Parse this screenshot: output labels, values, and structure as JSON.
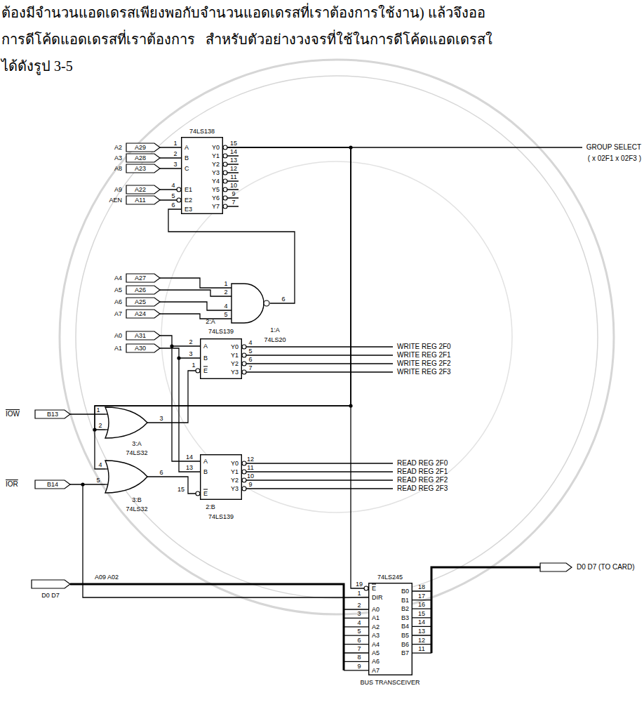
{
  "diagram": {
    "nodes": [
      {
        "text": [
          "74LS138",
          "A",
          "B",
          "C",
          "E1",
          "E2",
          "E3",
          "Y0",
          "Y1",
          "Y2",
          "Y3",
          "Y4",
          "Y5",
          "Y6",
          "Y7"
        ]
      },
      {
        "text": [
          "1:A",
          "74LS20"
        ]
      },
      {
        "text": [
          "2:A",
          "74LS139",
          "A",
          "B",
          "E",
          "Y0",
          "Y1",
          "Y2",
          "Y3"
        ]
      },
      {
        "text": [
          "3:A",
          "74LS32"
        ]
      },
      {
        "text": [
          "3:B",
          "74LS32"
        ]
      },
      {
        "text": [
          "A",
          "B",
          "E",
          "Y0",
          "Y1",
          "Y2",
          "Y3",
          "2:B",
          "74LS139"
        ]
      },
      {
        "text": [
          "74LS245",
          "E",
          "DIR",
          "A0",
          "A1",
          "A2",
          "A3",
          "A4",
          "A5",
          "A6",
          "A7",
          "B0",
          "B1",
          "B2",
          "B3",
          "B4",
          "B5",
          "B6",
          "B7",
          "BUS TRANSCEIVER"
        ]
      }
    ],
    "edges": [
      {
        "from": 1,
        "to": 0,
        "arrow": "none"
      },
      {
        "from": 0,
        "to": 6,
        "arrow": "none"
      },
      {
        "from": 0,
        "to": 3,
        "arrow": "none"
      },
      {
        "from": 0,
        "to": 4,
        "arrow": "none"
      },
      {
        "from": 3,
        "to": 2,
        "arrow": "none"
      },
      {
        "from": 4,
        "to": 5,
        "arrow": "none"
      }
    ],
    "labels": [
      "ต้องมีจำนวนแอดเดรสเพียงพอกับจำนวนแอดเดรสที่เราต้องการใช้งาน) แล้วจึงออ",
      "การดีโค้ดแอดเดรสที่เราต้องการ   สำหรับตัวอย่างวงจรที่ใช้ในการดีโค้ดแอดเดรสใ",
      "ได้ดังรูป 3-5",
      "A2",
      "A29",
      "A3",
      "A28",
      "A8",
      "A23",
      "A9",
      "A22",
      "AEN",
      "A11",
      "1",
      "2",
      "3",
      "4",
      "5",
      "6",
      "15",
      "14",
      "13",
      "12",
      "11",
      "10",
      "9",
      "7",
      "GROUP SELECT",
      "( x 02F1 x 02F3 )",
      "A4",
      "A27",
      "A5",
      "A26",
      "A6",
      "A25",
      "A7",
      "A24",
      "1",
      "2",
      "4",
      "5",
      "6",
      "A0",
      "A31",
      "A1",
      "A30",
      "2",
      "3",
      "1",
      "4",
      "5",
      "6",
      "7",
      "WRITE REG 2F0",
      "WRITE REG 2F1",
      "WRITE REG 2F2",
      "WRITE REG 2F3",
      "IOW",
      "B13",
      "1",
      "2",
      "3",
      "14",
      "13",
      "15",
      "12",
      "11",
      "10",
      "9",
      "READ REG 2F0",
      "READ REG 2F1",
      "READ REG 2F2",
      "READ REG 2F3",
      "IOR",
      "B14",
      "4",
      "5",
      "6",
      "D0 D7",
      "A09 A02",
      "19",
      "1",
      "2",
      "3",
      "4",
      "5",
      "6",
      "7",
      "8",
      "9",
      "18",
      "17",
      "16",
      "15",
      "14",
      "13",
      "12",
      "11",
      "D0 D7 (TO CARD)"
    ]
  }
}
